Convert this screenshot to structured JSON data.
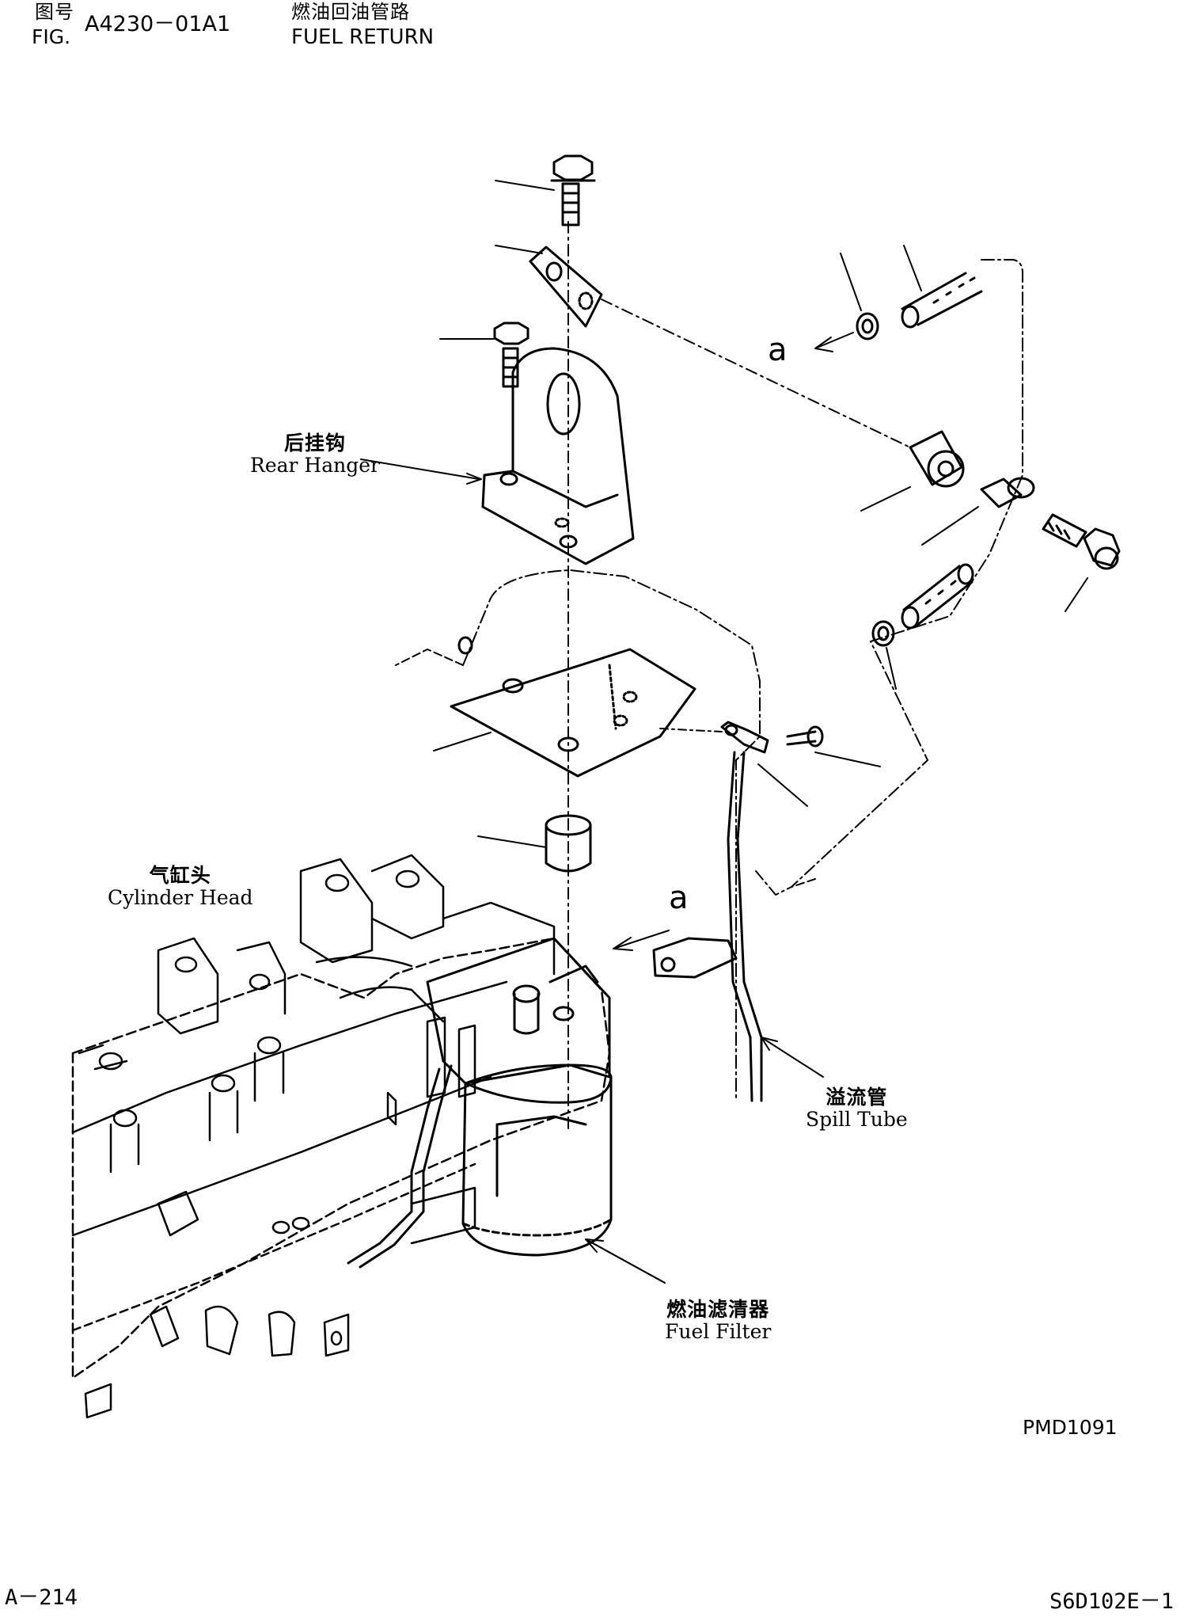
{
  "header": {
    "fig_cn": "图号",
    "fig_en": "FIG.",
    "fig_number": "A4230－01A1",
    "title_cn": "燃油回油管路",
    "title_en": "FUEL RETURN"
  },
  "labels": {
    "rear_hanger_cn": "后挂钩",
    "rear_hanger_en": "Rear Hanger",
    "cylinder_head_cn": "气缸头",
    "cylinder_head_en": "Cylinder Head",
    "spill_tube_cn": "溢流管",
    "spill_tube_en": "Spill Tube",
    "fuel_filter_cn": "燃油滤清器",
    "fuel_filter_en": "Fuel Filter",
    "ref_a_top": "a",
    "ref_a_mid": "a"
  },
  "footer": {
    "drawing_code": "PMD1091",
    "page": "A－214",
    "model": "S6D102E－1"
  }
}
